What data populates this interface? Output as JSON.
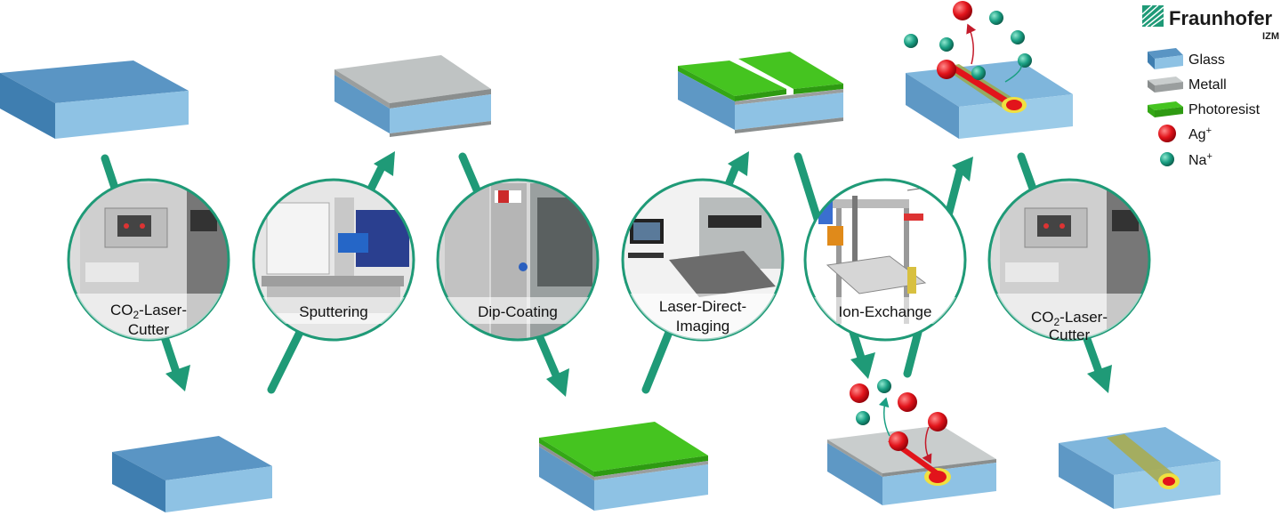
{
  "brand": {
    "name": "Fraunhofer",
    "sub": "IZM",
    "color": "#1f9a77"
  },
  "legend": {
    "items": [
      {
        "label": "Glass",
        "icon": "glass-layer-icon"
      },
      {
        "label": "Metall",
        "icon": "metal-layer-icon"
      },
      {
        "label": "Photoresist",
        "icon": "photoresist-layer-icon"
      },
      {
        "label": "Ag",
        "sup": "+",
        "icon": "silver-ion-icon"
      },
      {
        "label": "Na",
        "sup": "+",
        "icon": "sodium-ion-icon"
      }
    ]
  },
  "steps": [
    {
      "id": "co2-laser-cutter-1",
      "lines": [
        {
          "pre": "CO",
          "sub": "2",
          "post": "-Laser-"
        },
        {
          "pre": "Cutter"
        }
      ]
    },
    {
      "id": "sputtering",
      "lines": [
        {
          "pre": "Sputtering"
        }
      ]
    },
    {
      "id": "dip-coating",
      "lines": [
        {
          "pre": "Dip-Coating"
        }
      ]
    },
    {
      "id": "laser-direct-imaging",
      "lines": [
        {
          "pre": "Laser-Direct-"
        },
        {
          "pre": "Imaging"
        }
      ]
    },
    {
      "id": "ion-exchange",
      "lines": [
        {
          "pre": "Ion-Exchange"
        }
      ]
    },
    {
      "id": "co2-laser-cutter-2",
      "lines": [
        {
          "pre": "CO",
          "sub": "2",
          "post": "-Laser-"
        },
        {
          "pre": "Cutter"
        }
      ]
    }
  ],
  "colors": {
    "accent": "#1f9a77",
    "glass": "#7fb6dc",
    "glass_dark": "#4d89b8",
    "metal": "#c4c8c8",
    "photoresist": "#41c31f",
    "silver_ion": "#e8141e",
    "sodium_ion": "#1a9f83"
  }
}
